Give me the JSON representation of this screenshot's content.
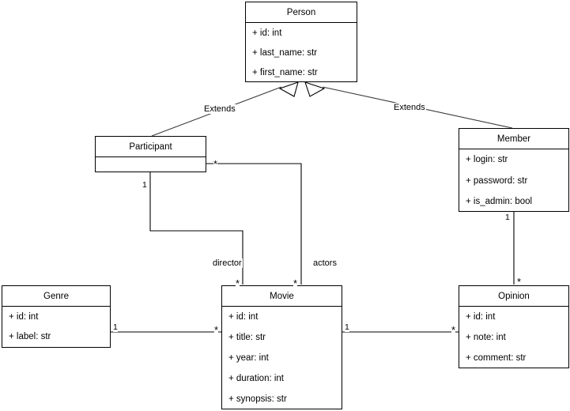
{
  "diagram": {
    "type": "uml-class-diagram",
    "background_color": "#ffffff",
    "line_color": "#000000",
    "classes": [
      {
        "id": "person",
        "name": "Person",
        "attributes": [
          "+ id: int",
          "+ last_name: str",
          "+ first_name: str"
        ]
      },
      {
        "id": "participant",
        "name": "Participant",
        "attributes": []
      },
      {
        "id": "member",
        "name": "Member",
        "attributes": [
          "+ login: str",
          "+ password: str",
          "+ is_admin: bool"
        ]
      },
      {
        "id": "genre",
        "name": "Genre",
        "attributes": [
          "+ id: int",
          "+ label: str"
        ]
      },
      {
        "id": "movie",
        "name": "Movie",
        "attributes": [
          "+ id: int",
          "+ title: str",
          "+ year: int",
          "+ duration: int",
          "+ synopsis: str"
        ]
      },
      {
        "id": "opinion",
        "name": "Opinion",
        "attributes": [
          "+ id: int",
          "+ note: int",
          "+ comment: str"
        ]
      }
    ],
    "relations": [
      {
        "id": "participant-extends-person",
        "kind": "generalization",
        "label": "Extends",
        "from": "participant",
        "to": "person"
      },
      {
        "id": "member-extends-person",
        "kind": "generalization",
        "label": "Extends",
        "from": "member",
        "to": "person"
      },
      {
        "id": "participant-director-movie",
        "kind": "association",
        "label": "director",
        "from": "participant",
        "to": "movie",
        "from_multiplicity": "1",
        "to_multiplicity": "*"
      },
      {
        "id": "participant-actors-movie",
        "kind": "association",
        "label": "actors",
        "from": "participant",
        "to": "movie",
        "from_multiplicity": "*",
        "to_multiplicity": "*"
      },
      {
        "id": "genre-movie",
        "kind": "association",
        "label": "",
        "from": "genre",
        "to": "movie",
        "from_multiplicity": "1",
        "to_multiplicity": "*"
      },
      {
        "id": "movie-opinion",
        "kind": "association",
        "label": "",
        "from": "movie",
        "to": "opinion",
        "from_multiplicity": "1",
        "to_multiplicity": "*"
      },
      {
        "id": "member-opinion",
        "kind": "association",
        "label": "",
        "from": "member",
        "to": "opinion",
        "from_multiplicity": "1",
        "to_multiplicity": "*"
      }
    ],
    "labels": {
      "extends_left": "Extends",
      "extends_right": "Extends",
      "director": "director",
      "actors": "actors"
    },
    "multiplicities": {
      "participant_director_one": "1",
      "participant_actors_star": "*",
      "movie_director_star": "*",
      "movie_actors_star": "*",
      "genre_one": "1",
      "movie_genre_star": "*",
      "movie_opinion_one": "1",
      "opinion_movie_star": "*",
      "member_one": "1",
      "opinion_member_star": "*"
    }
  }
}
